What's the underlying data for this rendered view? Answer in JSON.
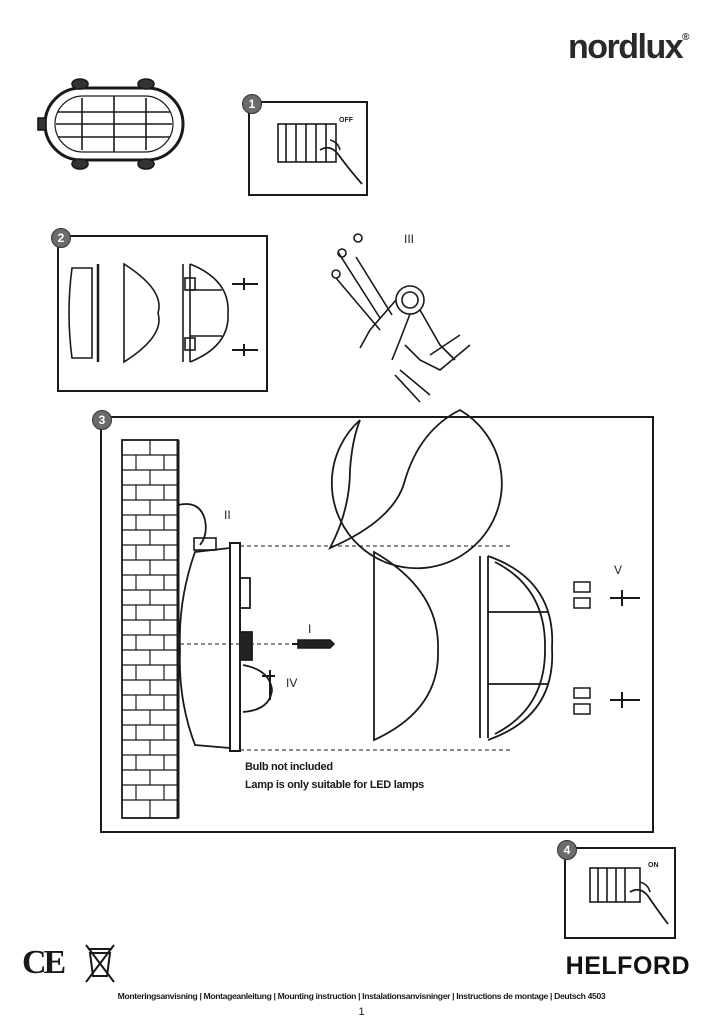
{
  "brand": {
    "name": "nordlux",
    "mark": "®"
  },
  "steps": [
    {
      "number": "1"
    },
    {
      "number": "2"
    },
    {
      "number": "3"
    },
    {
      "number": "4"
    }
  ],
  "switch_labels": {
    "step1": "OFF",
    "step4": "ON"
  },
  "part_labels": {
    "I": "I",
    "II": "II",
    "III": "III",
    "IV": "IV",
    "V": "V"
  },
  "notes": {
    "bulb": "Bulb not included",
    "lamp": "Lamp is only suitable for LED lamps"
  },
  "certifications": {
    "ce": "CE"
  },
  "product": {
    "name": "HELFORD"
  },
  "footer": {
    "text": "Monteringsanvisning | Montageanleitung | Mounting instruction | Instalationsanvisninger | Instructions de montage | Deutsch 4503",
    "page": "1"
  }
}
